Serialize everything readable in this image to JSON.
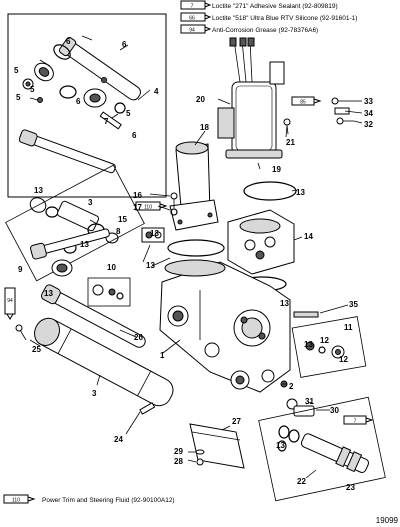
{
  "legend": {
    "items": [
      {
        "tube": "7",
        "text": "Loctite \"271\" Adhesive Sealant (92-809819)"
      },
      {
        "tube": "66",
        "text": "Loctite \"518\" Ultra Blue RTV Silicone (92-91601-1)"
      },
      {
        "tube": "94",
        "text": "Anti-Corrosion Grease (92-78376A6)"
      }
    ]
  },
  "footer_legend": {
    "tube": "110",
    "text": "Power Trim and Steering Fluid (92-90100A12)"
  },
  "figure_number": "19099",
  "tube_labels": {
    "t110_top": "110",
    "t94_left": "94",
    "t7_right": "7",
    "t85_motor": "85"
  },
  "callouts": {
    "c1": "1",
    "c2": "2",
    "c3a": "3",
    "c3b": "3",
    "c4": "4",
    "c5a": "5",
    "c5b": "5",
    "c5c": "5",
    "c5d": "5",
    "c6a": "6",
    "c6b": "6",
    "c6c": "6",
    "c6d": "6",
    "c7": "7",
    "c8": "8",
    "c9": "9",
    "c10": "10",
    "c11": "11",
    "c12a": "12",
    "c12b": "12",
    "c13a": "13",
    "c13b": "13",
    "c13c": "13",
    "c13d": "13",
    "c13e": "13",
    "c13f": "13",
    "c13g": "13",
    "c13h": "13",
    "c13i": "13",
    "c14": "14",
    "c15": "15",
    "c16": "16",
    "c17": "17",
    "c18": "18",
    "c19": "19",
    "c20": "20",
    "c21": "21",
    "c22": "22",
    "c23": "23",
    "c24": "24",
    "c25": "25",
    "c26": "26",
    "c27": "27",
    "c28": "28",
    "c29": "29",
    "c30": "30",
    "c31": "31",
    "c32": "32",
    "c33": "33",
    "c34": "34",
    "c35": "35"
  }
}
